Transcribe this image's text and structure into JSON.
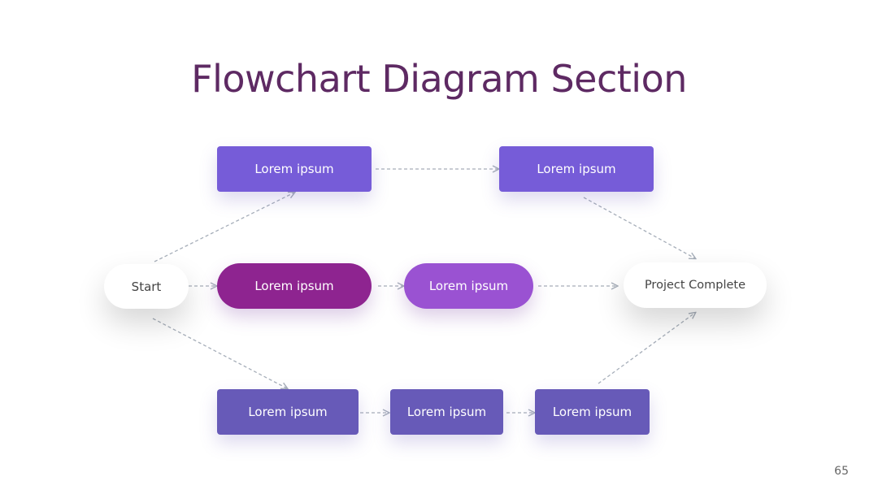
{
  "slide": {
    "title": "Flowchart Diagram Section",
    "page_number": "65"
  },
  "colors": {
    "title": "#5e2a63",
    "top_rect": "#765cd8",
    "middle_pill_dark": "#8e2490",
    "middle_pill_light": "#9a52d2",
    "bottom_rect": "#675ab8",
    "connector": "#a6aeb9"
  },
  "nodes": {
    "start": "Start",
    "end": "Project Complete",
    "top_1": "Lorem ipsum",
    "top_2": "Lorem ipsum",
    "mid_1": "Lorem ipsum",
    "mid_2": "Lorem ipsum",
    "bot_1": "Lorem ipsum",
    "bot_2": "Lorem ipsum",
    "bot_3": "Lorem ipsum"
  }
}
